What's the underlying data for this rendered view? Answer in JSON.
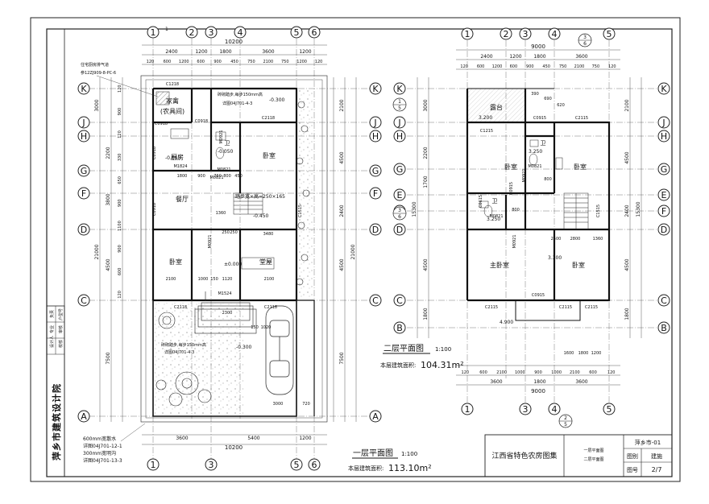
{
  "sheet": {
    "org": "萍乡市建筑设计院",
    "stamp_rows": [
      {
        "a": "设计人",
        "b": "专业",
        "c": "负责"
      },
      {
        "a": "校核",
        "b": "审核",
        "c": "户型号"
      }
    ],
    "collection": "江西省特色农房图集",
    "contents": [
      "一层平面图",
      "二层平面图"
    ],
    "code": "萍乡市-01",
    "category_label": "图别",
    "category": "建施",
    "sheet_no_label": "图号",
    "sheet_no": "2/7"
  },
  "floor1": {
    "title": "一层平面图",
    "scale": "1:100",
    "area_label": "本层建筑面积:",
    "area": "113.10m²",
    "axes_top": [
      "1",
      "2",
      "3",
      "4",
      "5",
      "6"
    ],
    "axes_bottom": [
      "1",
      "3",
      "5",
      "6"
    ],
    "axes_side": [
      "K",
      "J",
      "H",
      "G",
      "F",
      "D",
      "C",
      "A"
    ],
    "top_total": "10200",
    "top_dims": [
      "2400",
      "1200",
      "1800",
      "3600",
      "1200"
    ],
    "top_sub_dims": [
      "120",
      "600",
      "1200",
      "600",
      "900",
      "450",
      "750",
      "2100",
      "750",
      "1200",
      "120"
    ],
    "bottom_dims": [
      "3600",
      "5400",
      "1200"
    ],
    "bottom_total": "10200",
    "left_dims": [
      "3000",
      "2200",
      "3800",
      "4500",
      "7500"
    ],
    "left_sub_dims": [
      "120",
      "900",
      "120",
      "330",
      "650",
      "900",
      "1100",
      "900",
      "600",
      "120"
    ],
    "left_total": "21000",
    "right_dims": [
      "2100",
      "4500",
      "2400",
      "4500",
      "7500"
    ],
    "right_total": "21000",
    "rooms": [
      "家禽",
      "(农具间)",
      "厨房",
      "卫",
      "卧室",
      "餐厅",
      "卧室",
      "堂屋",
      "卧室"
    ],
    "stair": "踏步宽×高=250×165",
    "levels": [
      "-0.300",
      "-0.050",
      "-0.450",
      "±0.000",
      "-0.300",
      "-0.050"
    ],
    "doors": [
      "C1218",
      "C0918",
      "C2118",
      "M1824",
      "M0921",
      "M0921",
      "C0918",
      "C0918",
      "C1515",
      "M1524",
      "C2118",
      "C2118",
      "C0918",
      "M0821",
      "M0821"
    ],
    "inner_dims": [
      "1800",
      "900",
      "760",
      "800",
      "450",
      "1360",
      "250",
      "250",
      "3480",
      "2100",
      "1000",
      "150",
      "1120",
      "2100",
      "2300",
      "150",
      "1020",
      "3000",
      "720"
    ],
    "notes": [
      "住宅厨房排气道",
      "参12ZJ909-8-PC-6",
      "砖砌踏步,每步150mm高",
      "详图04J701-4-3",
      "砖砌踏步,每步150mm高",
      "详图04J701-4-3",
      "600mm宽散水",
      "详图04J701-12-1",
      "300mm宽明沟",
      "详图04J701-13-3"
    ],
    "index_mark": "1"
  },
  "floor2": {
    "title": "二层平面图",
    "scale": "1:100",
    "area_label": "本层建筑面积:",
    "area": "104.31m²",
    "axes_top": [
      "1",
      "2",
      "3",
      "4",
      "5"
    ],
    "axes_bottom": [
      "1",
      "3",
      "4",
      "5"
    ],
    "axes_side": [
      "K",
      "J",
      "H",
      "G",
      "E",
      "F",
      "D",
      "C",
      "B"
    ],
    "section_marks": [
      "3/6",
      "1/5",
      "3/6",
      "2/5"
    ],
    "top_total": "9000",
    "top_dims": [
      "2400",
      "1200",
      "1800",
      "3600"
    ],
    "top_sub_dims": [
      "120",
      "600",
      "1200",
      "600",
      "900",
      "450",
      "750",
      "2100",
      "750",
      "120"
    ],
    "bottom_dims": [
      "3600",
      "1800",
      "3600"
    ],
    "bottom_total": "9000",
    "bottom_sub_dims": [
      "120",
      "600",
      "2100",
      "1000",
      "900",
      "1000",
      "2100",
      "600",
      "120"
    ],
    "left_dims": [
      "3000",
      "2200",
      "1700",
      "4500",
      "1800"
    ],
    "left_total": "15300",
    "right_dims": [
      "2100",
      "4500",
      "2400",
      "4500",
      "1800"
    ],
    "right_total": "15300",
    "rooms": [
      "露台",
      "卧室",
      "卫",
      "卧室",
      "卫",
      "主卧室",
      "卧室"
    ],
    "levels": [
      "3.200",
      "3.250",
      "3.250",
      "3.300",
      "4.900"
    ],
    "doors": [
      "C1215",
      "C0915",
      "C2115",
      "M0821",
      "M0921",
      "C0915",
      "C0615",
      "C1515",
      "M0821",
      "M0921",
      "C2115",
      "C2115",
      "C0915",
      "C2115"
    ],
    "inner_dims": [
      "390",
      "690",
      "620",
      "800",
      "800",
      "2500",
      "2800",
      "1360",
      "1600",
      "1800",
      "1200"
    ]
  }
}
